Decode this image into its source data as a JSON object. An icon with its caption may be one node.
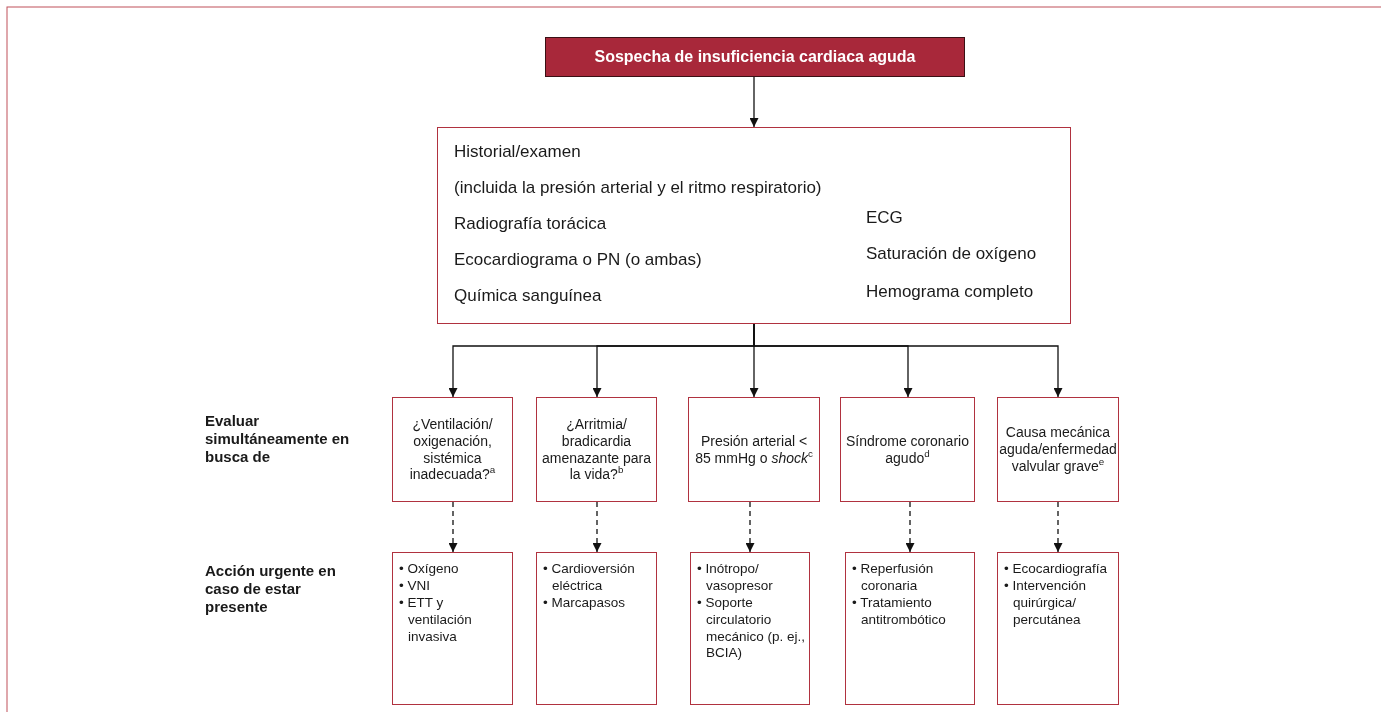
{
  "diagram": {
    "nodes": [
      {
        "text": [
          "Sospecha de insuficiencia cardiaca aguda"
        ]
      },
      {
        "text": [
          "Historial/examen",
          "(incluida la presión arterial y el ritmo respiratorio)",
          "Radiografía torácica",
          "ECG",
          "Ecocardiograma o PN (o ambas)",
          "Saturación de oxígeno",
          "Química sanguínea",
          "Hemograma completo"
        ]
      },
      {
        "text": [
          "¿Ventilación/ oxigenación, sistémica inadecuada?$^{a}$"
        ]
      },
      {
        "text": [
          "¿Arritmia/ bradicardia amenazante para la vida?$^{b}$"
        ]
      },
      {
        "text": [
          "Presión arterial < 85 mmHg o *shock*$^{c}$"
        ]
      },
      {
        "text": [
          "Síndrome coronario agudo$^{d}$"
        ]
      },
      {
        "text": [
          "Causa mecánica aguda/enfermedad valvular grave$^{e}$"
        ]
      },
      {
        "text": [
          "• Oxígeno",
          "• VNI",
          "• ETT y ventilación invasiva"
        ]
      },
      {
        "text": [
          "• Cardioversión eléctrica",
          "• Marcapasos"
        ]
      },
      {
        "text": [
          "• Inótropo/ vasopresor",
          "• Soporte circulatorio mecánico (p. ej., BCIA)"
        ]
      },
      {
        "text": [
          "• Reperfusión coronaria",
          "• Tratamiento antitrombótico"
        ]
      },
      {
        "text": [
          "• Ecocardiografía",
          "• Intervención quirúrgica/ percutánea"
        ]
      }
    ],
    "edges": [
      {
        "from": 0,
        "to": 1,
        "arrow": "to"
      },
      {
        "from": 1,
        "to": 2,
        "arrow": "to"
      },
      {
        "from": 1,
        "to": 3,
        "arrow": "to"
      },
      {
        "from": 1,
        "to": 4,
        "arrow": "to"
      },
      {
        "from": 1,
        "to": 5,
        "arrow": "to"
      },
      {
        "from": 1,
        "to": 6,
        "arrow": "to"
      },
      {
        "from": 2,
        "to": 7,
        "arrow": "to",
        "style": "dashed"
      },
      {
        "from": 3,
        "to": 8,
        "arrow": "to",
        "style": "dashed"
      },
      {
        "from": 4,
        "to": 9,
        "arrow": "to",
        "style": "dashed"
      },
      {
        "from": 5,
        "to": 10,
        "arrow": "to",
        "style": "dashed"
      },
      {
        "from": 6,
        "to": 11,
        "arrow": "to",
        "style": "dashed"
      }
    ],
    "labels": [
      "Evaluar simultáneamente en busca de",
      "Acción urgente en caso de estar presente"
    ]
  }
}
